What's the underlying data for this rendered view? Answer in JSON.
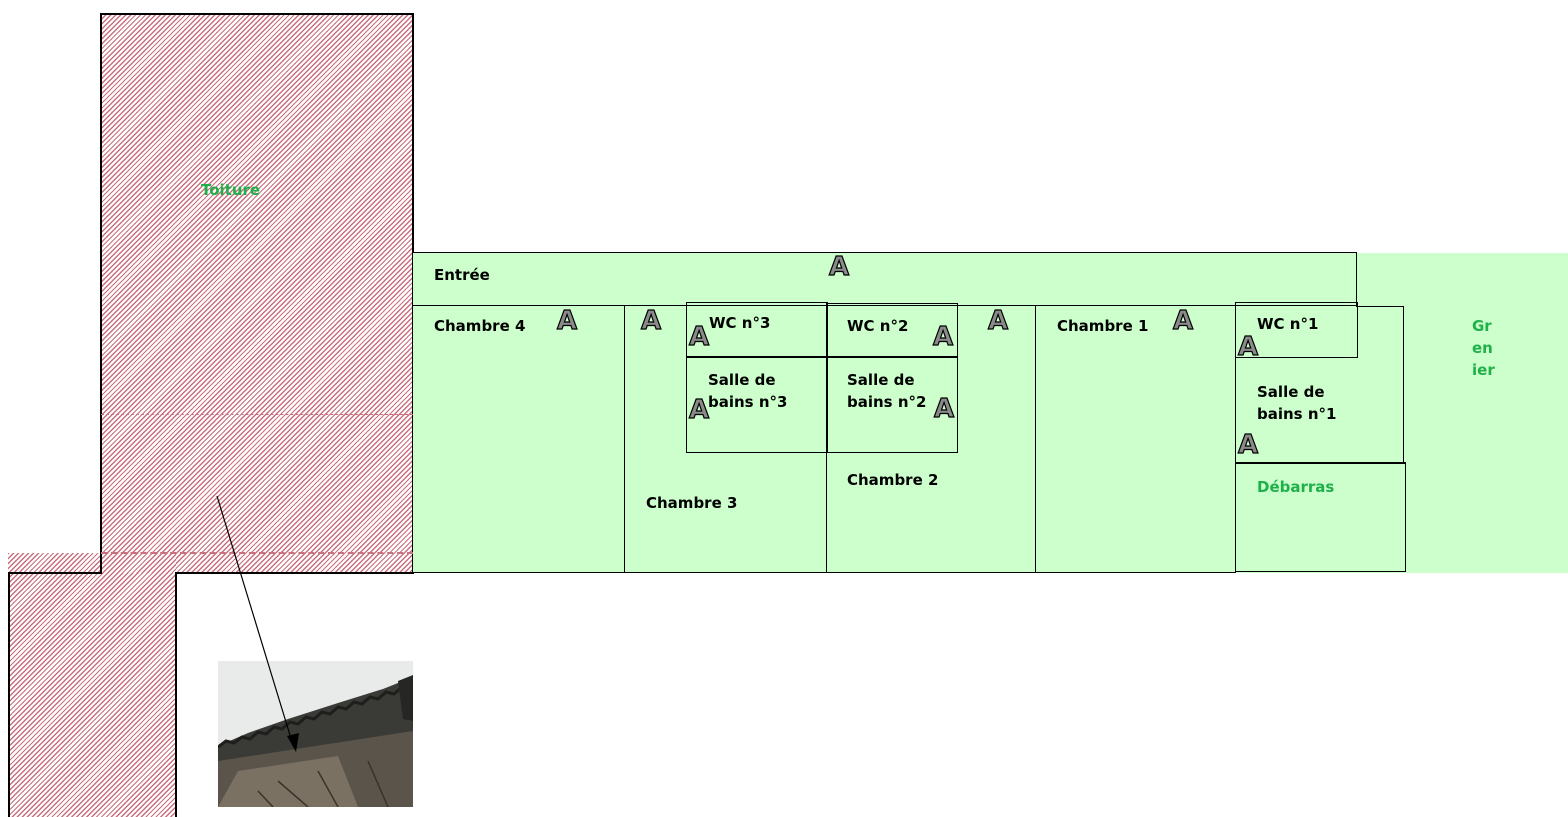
{
  "colors": {
    "floor": "#ccffcc",
    "hatch": "#c96f7e",
    "green_text": "#1fb04a",
    "marker_fill": "#8a8a8a"
  },
  "labels": {
    "toiture": "Toiture",
    "entree": "Entrée",
    "chambre4": "Chambre 4",
    "chambre3": "Chambre 3",
    "chambre2": "Chambre 2",
    "chambre1": "Chambre 1",
    "wc3": "WC n°3",
    "wc2": "WC n°2",
    "wc1": "WC n°1",
    "sdb3_l1": "Salle de",
    "sdb3_l2": "bains n°3",
    "sdb2_l1": "Salle de",
    "sdb2_l2": "bains n°2",
    "sdb1_l1": "Salle de",
    "sdb1_l2": "bains n°1",
    "debarras": "Débarras",
    "grenier_l1": "Gr",
    "grenier_l2": "en",
    "grenier_l3": "ier"
  },
  "marker_glyph": "A",
  "photo": {
    "icon": "roof-photo-icon"
  }
}
